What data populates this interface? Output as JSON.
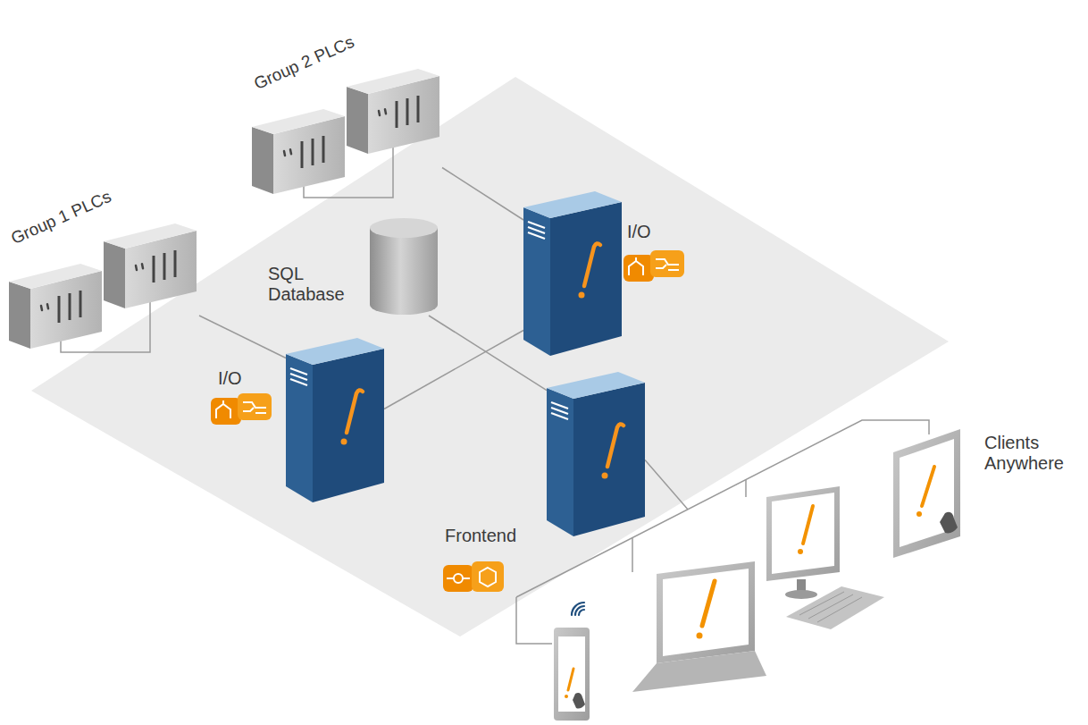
{
  "diagram": {
    "nodes": [
      {
        "text": [
          "Group 2 PLCs"
        ]
      },
      {
        "text": [
          "Group 1 PLCs"
        ]
      },
      {
        "text": [
          "SQL Database"
        ]
      },
      {
        "text": [
          "I/O"
        ]
      },
      {
        "text": [
          "I/O"
        ]
      },
      {
        "text": [
          "Frontend"
        ]
      },
      {
        "text": [
          "Clients Anywhere"
        ]
      }
    ],
    "edges": [
      {
        "from": 0,
        "to": 3,
        "arrow": "none"
      },
      {
        "from": 1,
        "to": 4,
        "arrow": "none"
      },
      {
        "from": 4,
        "to": 3,
        "arrow": "none"
      },
      {
        "from": 2,
        "to": 5,
        "arrow": "none"
      },
      {
        "from": 5,
        "to": 6,
        "arrow": "none"
      }
    ]
  }
}
